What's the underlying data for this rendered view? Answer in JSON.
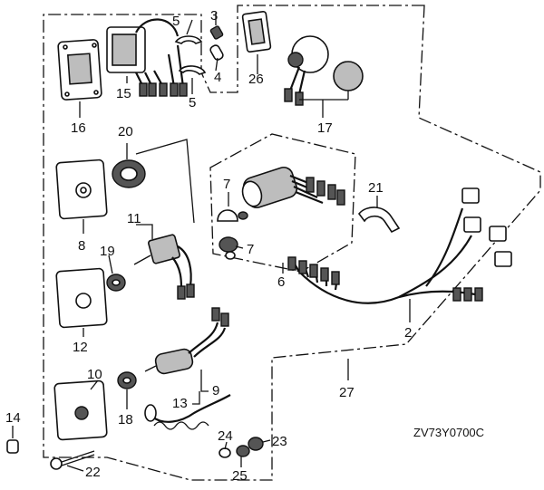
{
  "diagram_code": "ZV73Y0700C",
  "callouts": {
    "c2": "2",
    "c3": "3",
    "c4": "4",
    "c5a": "5",
    "c5b": "5",
    "c6": "6",
    "c7a": "7",
    "c7b": "7",
    "c8": "8",
    "c9": "9",
    "c10": "10",
    "c11": "11",
    "c12": "12",
    "c13": "13",
    "c14": "14",
    "c15": "15",
    "c16": "16",
    "c17": "17",
    "c18": "18",
    "c19": "19",
    "c20": "20",
    "c21": "21",
    "c22": "22",
    "c23": "23",
    "c24": "24",
    "c25": "25",
    "c26": "26",
    "c27": "27"
  }
}
